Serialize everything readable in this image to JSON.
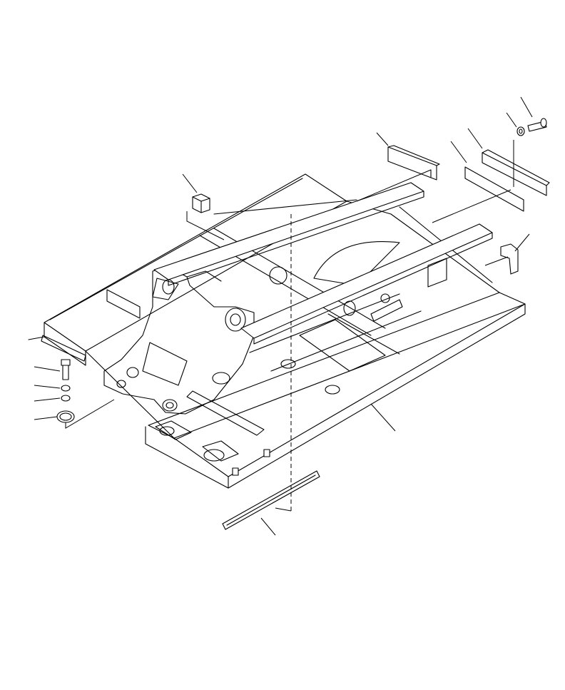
{
  "diagram": {
    "kind": "exploded parts view",
    "subject": "revolving frame",
    "callouts": [
      "bolt-top-right",
      "washer-top-right",
      "plate-right-upper",
      "plate-right-lower",
      "plate-top-center",
      "block-top-left",
      "bracket-right",
      "bolt-left",
      "washer-left-1",
      "washer-left-2",
      "cover-left",
      "frame-main",
      "strip-bottom"
    ],
    "line_color": "#000000",
    "background_color": "#ffffff"
  }
}
